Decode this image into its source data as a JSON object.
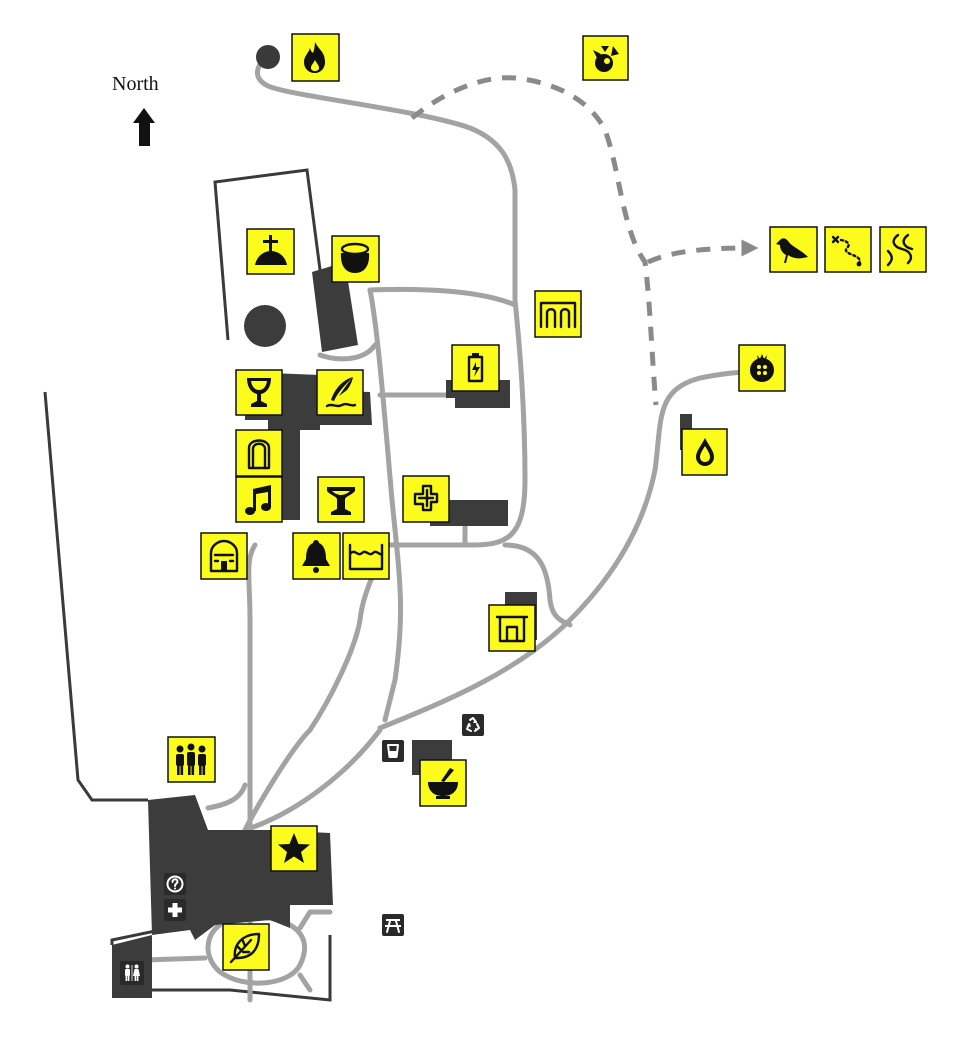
{
  "compass": {
    "label": "North",
    "icon": "north-arrow-icon"
  },
  "legend_colors": {
    "poi_fill": "#fbfb1c",
    "building": "#3c3c3c",
    "path": "#a3a3a3",
    "amenity": "#2a2a2a"
  },
  "points_of_interest": [
    {
      "id": "campfire",
      "icon": "fire-icon"
    },
    {
      "id": "wildlife-critter",
      "icon": "animal-icon"
    },
    {
      "id": "bird-watching",
      "icon": "bird-icon"
    },
    {
      "id": "treasure-trail",
      "icon": "trail-map-icon"
    },
    {
      "id": "stream",
      "icon": "stream-icon"
    },
    {
      "id": "burial-mound",
      "icon": "grave-cross-icon"
    },
    {
      "id": "cauldron",
      "icon": "cauldron-icon"
    },
    {
      "id": "stone-arches",
      "icon": "arches-icon"
    },
    {
      "id": "battery-store",
      "icon": "battery-icon"
    },
    {
      "id": "orchard",
      "icon": "pomegranate-icon"
    },
    {
      "id": "well",
      "icon": "water-drop-icon"
    },
    {
      "id": "chapel-chalice",
      "icon": "chalice-icon"
    },
    {
      "id": "scriptorium",
      "icon": "quill-icon"
    },
    {
      "id": "doorway",
      "icon": "doorway-icon"
    },
    {
      "id": "music-room",
      "icon": "music-note-icon"
    },
    {
      "id": "font",
      "icon": "font-basin-icon"
    },
    {
      "id": "tapestry",
      "icon": "knot-pattern-icon"
    },
    {
      "id": "church",
      "icon": "church-icon"
    },
    {
      "id": "bell-tower",
      "icon": "bell-icon"
    },
    {
      "id": "fish-pond",
      "icon": "water-waves-icon"
    },
    {
      "id": "bakehouse",
      "icon": "oven-icon"
    },
    {
      "id": "group-meeting",
      "icon": "group-people-icon"
    },
    {
      "id": "apothecary",
      "icon": "mortar-pestle-icon"
    },
    {
      "id": "main-attraction",
      "icon": "star-icon"
    },
    {
      "id": "herb-garden",
      "icon": "leaf-icon"
    }
  ],
  "amenities": [
    {
      "id": "information",
      "icon": "info-question-icon"
    },
    {
      "id": "first-aid",
      "icon": "first-aid-icon"
    },
    {
      "id": "toilets",
      "icon": "toilets-icon"
    },
    {
      "id": "recycling",
      "icon": "recycling-icon"
    },
    {
      "id": "drinking-water",
      "icon": "drinking-cup-icon"
    },
    {
      "id": "picnic-area",
      "icon": "picnic-table-icon"
    }
  ]
}
